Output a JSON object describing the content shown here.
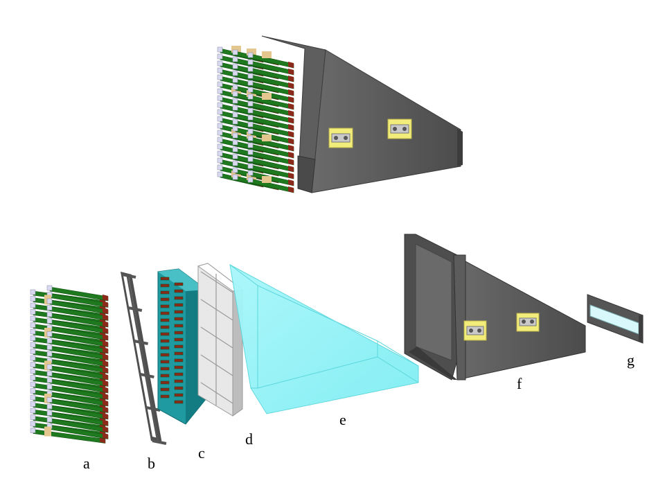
{
  "labels": {
    "a": "a",
    "b": "b",
    "c": "c",
    "d": "d",
    "e": "e",
    "f": "f",
    "g": "g"
  },
  "colors": {
    "pcb_green": "#1f7a1f",
    "pcb_dark": "#0f4d0f",
    "connector_red": "#8b2a1a",
    "spacer_tan": "#e3c78f",
    "housing_gray": "#5a5a5a",
    "housing_light": "#707070",
    "mount_yellow": "#f2ec7a",
    "teal": "#1e9aa0",
    "cyan_prism": "#8ff3f7",
    "white_grid": "#f2f2f2",
    "frame_gray": "#555555"
  }
}
